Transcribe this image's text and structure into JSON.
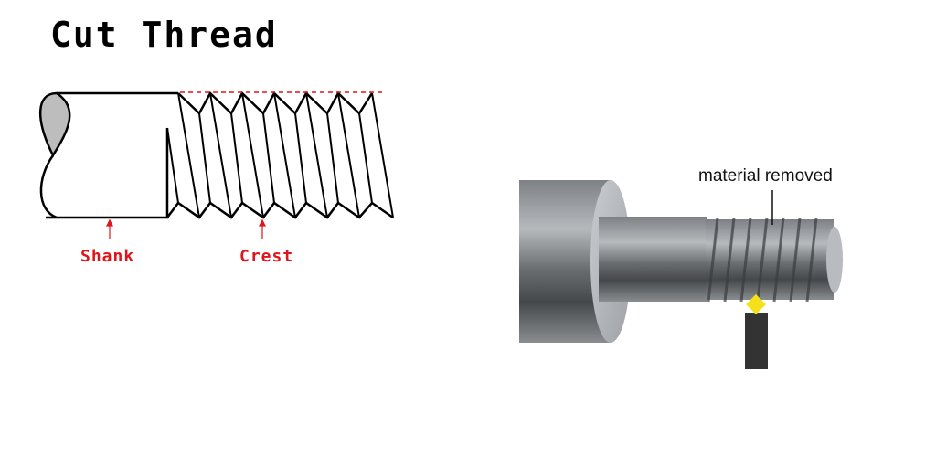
{
  "title": "Cut Thread",
  "labels": {
    "shank": "Shank",
    "crest": "Crest",
    "material_removed": "material removed"
  },
  "colors": {
    "label_red": "#e0151b",
    "tool_yellow": "#f5e11a",
    "tool_dark": "#333333"
  }
}
